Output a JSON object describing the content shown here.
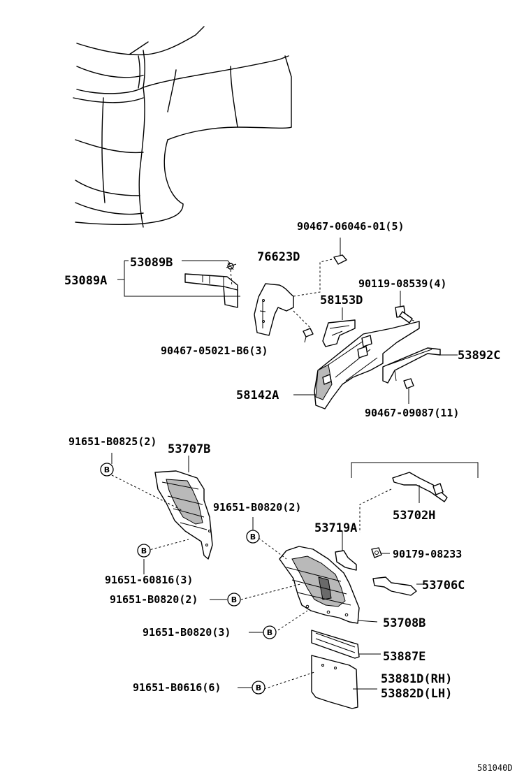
{
  "diagram_id": "581040D",
  "clip_marker": "B",
  "labels": {
    "p53089A": "53089A",
    "p53089B": "53089B",
    "p76623D": "76623D",
    "p90467_06046": "90467-06046-01(5)",
    "p90119_08539": "90119-08539(4)",
    "p58153D": "58153D",
    "p90467_05021": "90467-05021-B6(3)",
    "p53892C": "53892C",
    "p58142A": "58142A",
    "p90467_09087": "90467-09087(11)",
    "p91651_B0825": "91651-B0825(2)",
    "p53707B": "53707B",
    "p91651_B0820a": "91651-B0820(2)",
    "p53702H": "53702H",
    "p53719A": "53719A",
    "p90179_08233": "90179-08233",
    "p91651_60816": "91651-60816(3)",
    "p53706C": "53706C",
    "p91651_B0820b": "91651-B0820(2)",
    "p53708B": "53708B",
    "p91651_B0820c": "91651-B0820(3)",
    "p53887E": "53887E",
    "p91651_B0616": "91651-B0616(6)",
    "p53881D": "53881D(RH)",
    "p53882D": "53882D(LH)"
  }
}
